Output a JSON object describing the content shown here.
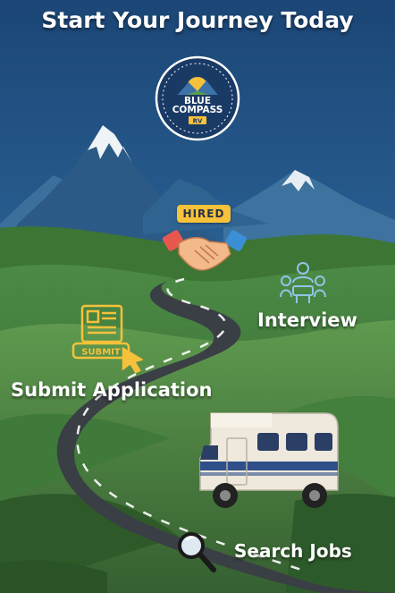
{
  "title": "Start Your Journey Today",
  "logo": {
    "line1": "BLUE",
    "line2": "COMPASS",
    "line3": "RV"
  },
  "steps": {
    "hired": "HIRED",
    "interview": "Interview",
    "submit_label": "SUBMIT",
    "submit_application": "Submit Application",
    "search_jobs": "Search Jobs"
  },
  "icons": {
    "logo": "compass-logo-icon",
    "hired": "handshake-icon",
    "interview": "meeting-icon",
    "submit": "application-form-icon",
    "search": "magnifying-glass-icon",
    "vehicle": "rv-icon"
  },
  "colors": {
    "sky_top": "#1d4a78",
    "sky_bottom": "#3a7aa6",
    "mountain": "#2f5f8a",
    "hills": "#3f7a3c",
    "road": "#3a3e45",
    "gold": "#f6c13b",
    "text": "#ffffff"
  }
}
